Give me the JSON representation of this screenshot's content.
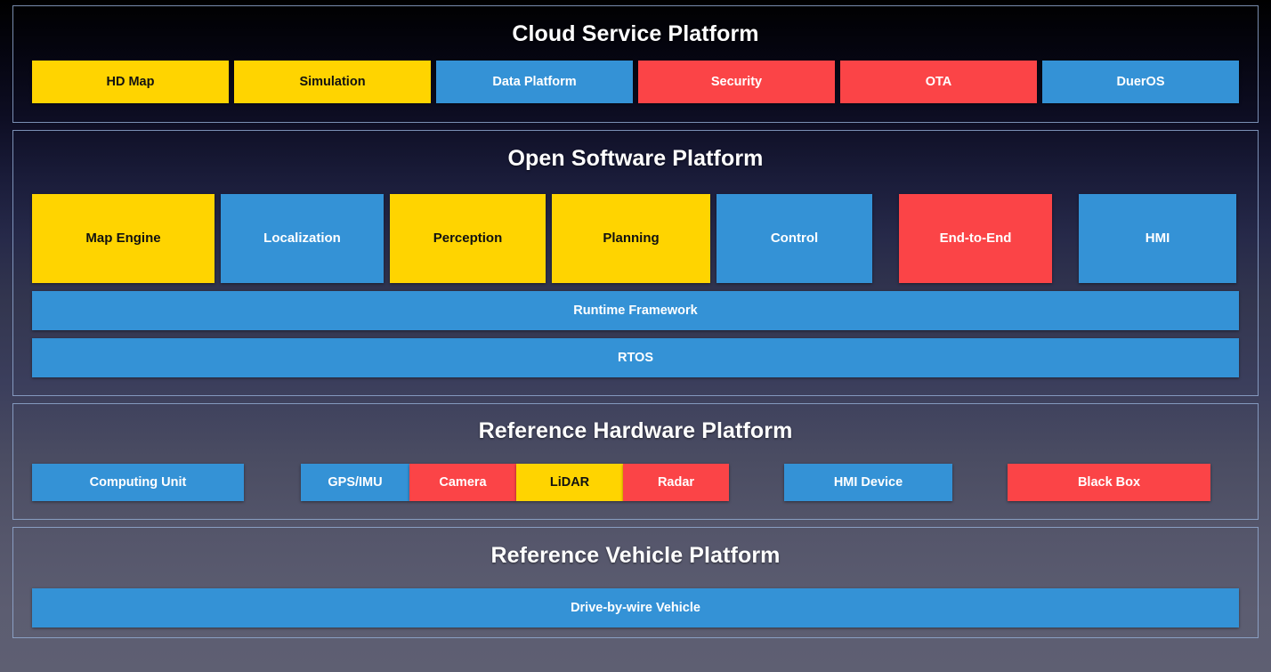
{
  "colors": {
    "yellow": "#ffd400",
    "blue": "#3492d6",
    "red": "#fb4447",
    "panel_border": "#96afd7",
    "title_text": "#ffffff",
    "background_top": "#000000",
    "background_bottom": "#5e5f72"
  },
  "layers": [
    {
      "id": "cloud-service-platform",
      "title": "Cloud Service Platform",
      "items": [
        {
          "label": "HD Map",
          "color": "yellow"
        },
        {
          "label": "Simulation",
          "color": "yellow"
        },
        {
          "label": "Data Platform",
          "color": "blue"
        },
        {
          "label": "Security",
          "color": "red"
        },
        {
          "label": "OTA",
          "color": "red"
        },
        {
          "label": "DuerOS",
          "color": "blue"
        }
      ]
    },
    {
      "id": "open-software-platform",
      "title": "Open Software Platform",
      "modules": [
        {
          "label": "Map Engine",
          "color": "yellow"
        },
        {
          "label": "Localization",
          "color": "blue"
        },
        {
          "label": "Perception",
          "color": "yellow"
        },
        {
          "label": "Planning",
          "color": "yellow"
        },
        {
          "label": "Control",
          "color": "blue"
        },
        {
          "label": "End-to-End",
          "color": "red"
        },
        {
          "label": "HMI",
          "color": "blue"
        }
      ],
      "bars": [
        {
          "label": "Runtime Framework",
          "color": "blue"
        },
        {
          "label": "RTOS",
          "color": "blue"
        }
      ]
    },
    {
      "id": "reference-hardware-platform",
      "title": "Reference Hardware Platform",
      "items": [
        {
          "label": "Computing Unit",
          "color": "blue"
        },
        {
          "label": "GPS/IMU",
          "color": "blue"
        },
        {
          "label": "Camera",
          "color": "red"
        },
        {
          "label": "LiDAR",
          "color": "yellow"
        },
        {
          "label": "Radar",
          "color": "red"
        },
        {
          "label": "HMI Device",
          "color": "blue"
        },
        {
          "label": "Black Box",
          "color": "red"
        }
      ]
    },
    {
      "id": "reference-vehicle-platform",
      "title": "Reference Vehicle Platform",
      "items": [
        {
          "label": "Drive-by-wire Vehicle",
          "color": "blue"
        }
      ]
    }
  ]
}
